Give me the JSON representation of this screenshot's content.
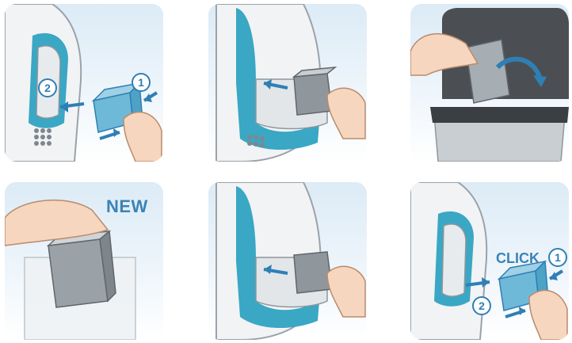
{
  "steps": [
    {
      "markers": [
        "2",
        "1"
      ]
    },
    {
      "markers": []
    },
    {
      "markers": []
    },
    {
      "label": "NEW",
      "markers": []
    },
    {
      "markers": []
    },
    {
      "label": "CLICK",
      "markers": [
        "1",
        "2"
      ]
    }
  ],
  "colors": {
    "accent": "#3aa7c4",
    "arrow": "#2f7fb5",
    "label": "#3b83b7",
    "cartridge": "#6fb9d8"
  }
}
